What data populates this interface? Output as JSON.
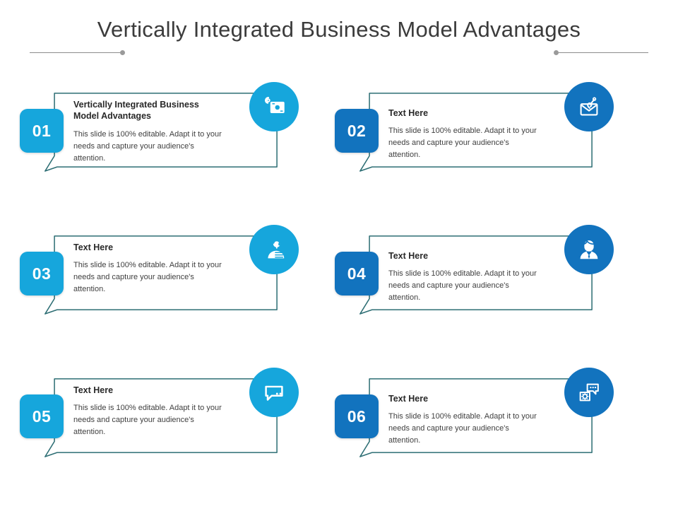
{
  "slide": {
    "title": "Vertically Integrated Business Model Advantages",
    "background_color": "#ffffff",
    "title_color": "#3b3b3b",
    "divider_color": "#8c8c8c"
  },
  "palette": {
    "light_blue": "#16a6dc",
    "dark_blue": "#1273be",
    "frame_border": "#2d6e74",
    "heading_color": "#282828",
    "body_color": "#3f3f3f"
  },
  "cards": [
    {
      "number": "01",
      "heading": "Vertically Integrated Business Model Advantages",
      "description": "This slide is 100% editable. Adapt it to your needs and capture your audience's attention.",
      "icon": "price-tag-icon",
      "accent": "#16a6dc",
      "layout": "layout-a"
    },
    {
      "number": "02",
      "heading": "Text Here",
      "description": "This slide is 100% editable. Adapt it to your needs and capture your audience's attention.",
      "icon": "email-hook-icon",
      "accent": "#1273be",
      "layout": "layout-b"
    },
    {
      "number": "03",
      "heading": "Text Here",
      "description": "This slide is 100% editable. Adapt it to your needs and capture your audience's attention.",
      "icon": "support-agent-icon",
      "accent": "#16a6dc",
      "layout": "layout-a"
    },
    {
      "number": "04",
      "heading": "Text Here",
      "description": "This slide is 100% editable. Adapt it to your needs and capture your audience's attention.",
      "icon": "businessperson-icon",
      "accent": "#1273be",
      "layout": "layout-b"
    },
    {
      "number": "05",
      "heading": "Text Here",
      "description": "This slide is 100% editable. Adapt it to your needs and capture your audience's attention.",
      "icon": "chat-bubble-icon",
      "accent": "#16a6dc",
      "layout": "layout-a"
    },
    {
      "number": "06",
      "heading": "Text Here",
      "description": "This slide is 100% editable. Adapt it to your needs and capture your audience's attention.",
      "icon": "chat-settings-icon",
      "accent": "#1273be",
      "layout": "layout-b"
    }
  ]
}
